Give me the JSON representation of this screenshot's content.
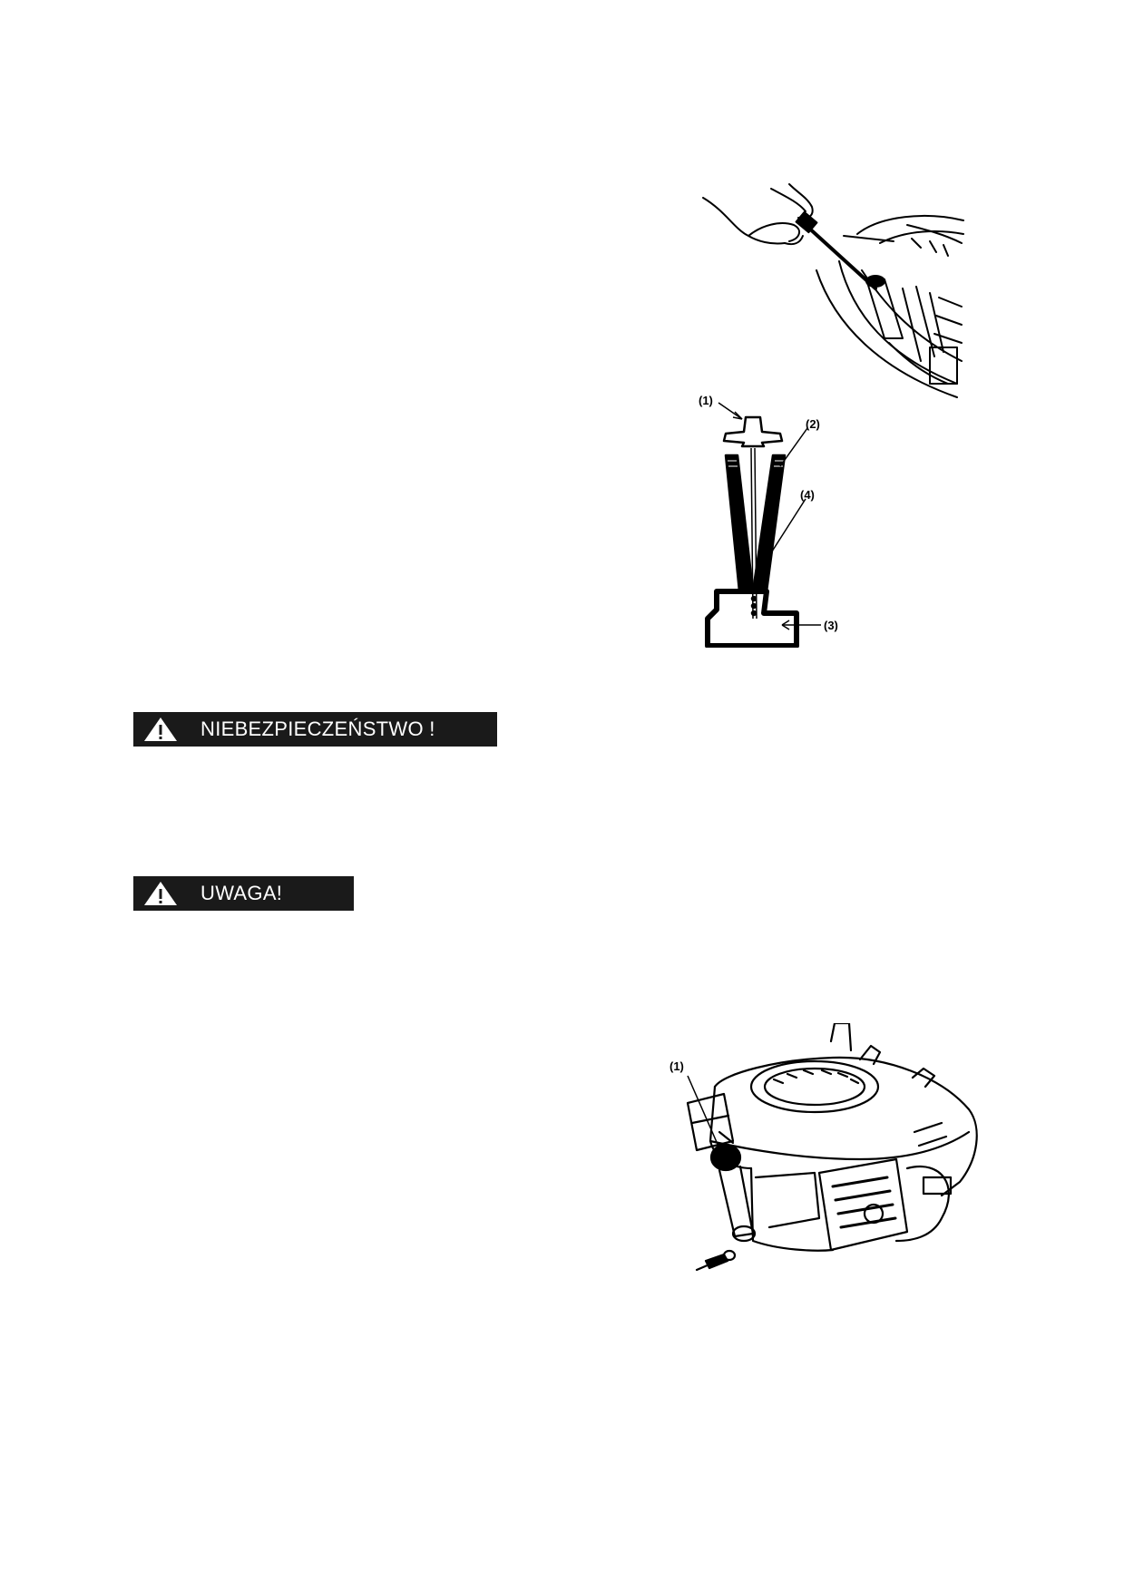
{
  "warnings": {
    "danger": {
      "label": "NIEBEZPIECZEŃSTWO !",
      "icon": "warning-triangle-icon"
    },
    "caution": {
      "label": "UWAGA!",
      "icon": "warning-triangle-icon"
    }
  },
  "figures": {
    "dipstick_section": {
      "labels": [
        "(1)",
        "(2)",
        "(3)",
        "(4)"
      ]
    },
    "engine": {
      "labels": [
        "(1)"
      ]
    }
  },
  "colors": {
    "bar_background": "#1a1a1a",
    "bar_text": "#ffffff"
  }
}
